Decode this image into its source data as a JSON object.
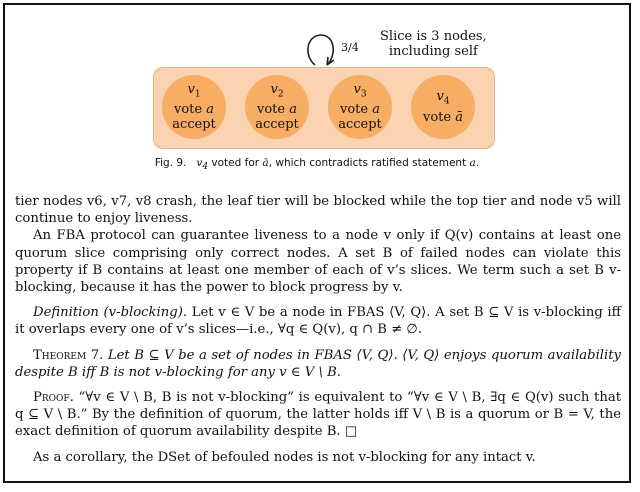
{
  "figure": {
    "loop_label": "3/4",
    "slice_note_line1": "Slice is 3 nodes,",
    "slice_note_line2": "including self",
    "nodes": [
      {
        "name": "v",
        "sub": "1",
        "line1": "vote ",
        "vote": "a",
        "line2": "accept"
      },
      {
        "name": "v",
        "sub": "2",
        "line1": "vote ",
        "vote": "a",
        "line2": "accept"
      },
      {
        "name": "v",
        "sub": "3",
        "line1": "vote ",
        "vote": "a",
        "line2": "accept"
      },
      {
        "name": "v",
        "sub": "4",
        "line1": "vote ",
        "vote": "ā",
        "line2": ""
      }
    ],
    "caption_prefix": "Fig. 9.",
    "caption_v4": "v",
    "caption_v4_sub": "4",
    "caption_mid": " voted for ",
    "caption_abar": "ā",
    "caption_end": ", which contradicts ratified statement ",
    "caption_a": "a",
    "caption_dot": "."
  },
  "text": {
    "p1": "tier nodes v6, v7, v8 crash, the leaf tier will be blocked while the top tier and node v5 will continue to enjoy liveness.",
    "p2": "An FBA protocol can guarantee liveness to a node v only if Q(v) contains at least one quorum slice comprising only correct nodes. A set B of failed nodes can violate this property if B contains at least one member of each of v’s slices. We term such a set B v-blocking, because it has the power to block progress by v.",
    "def_label": "Definition",
    "def_name": "(v-blocking).",
    "def_body": " Let v ∈ V be a node in FBAS ⟨V, Q⟩. A set B ⊆ V is v-blocking iff it overlaps every one of v’s slices—i.e., ∀q ∈ Q(v), q ∩ B ≠ ∅.",
    "thm_label": "Theorem 7.",
    "thm_body": "Let B ⊆ V be a set of nodes in FBAS ⟨V, Q⟩. ⟨V, Q⟩ enjoys quorum availability despite B iff B is not v-blocking for any v ∈ V \\ B.",
    "proof_label": "Proof.",
    "proof_body": " “∀v ∈ V \\ B, B is not v-blocking” is equivalent to “∀v ∈ V \\ B, ∃q ∈ Q(v) such that q ⊆ V \\ B.” By the definition of quorum, the latter holds iff V \\ B is a quorum or B = V, the exact definition of quorum availability despite B.  □",
    "p_last": "As a corollary, the DSet of befouled nodes is not v-blocking for any intact v."
  }
}
